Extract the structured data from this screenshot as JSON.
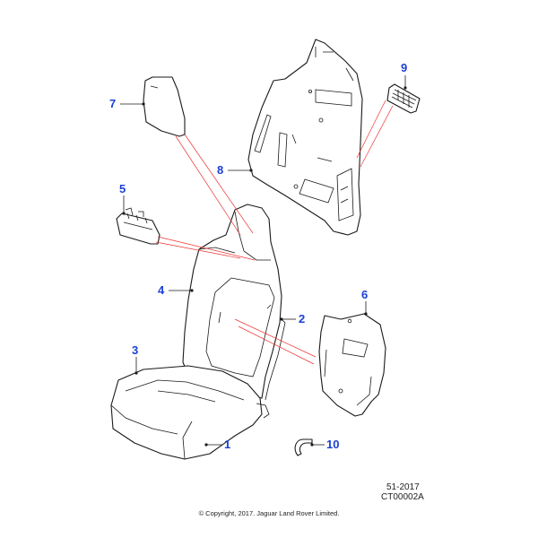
{
  "colors": {
    "callout": "#1a3fd6",
    "line": "#1a1a1a",
    "highlight_line": "#e33333",
    "background": "#ffffff"
  },
  "callouts": [
    {
      "id": "1",
      "label": "1"
    },
    {
      "id": "2",
      "label": "2"
    },
    {
      "id": "3",
      "label": "3"
    },
    {
      "id": "4",
      "label": "4"
    },
    {
      "id": "5",
      "label": "5"
    },
    {
      "id": "6",
      "label": "6"
    },
    {
      "id": "7",
      "label": "7"
    },
    {
      "id": "8",
      "label": "8"
    },
    {
      "id": "9",
      "label": "9"
    },
    {
      "id": "10",
      "label": "10"
    }
  ],
  "reference": {
    "date_code": "51-2017",
    "figure_code": "CT00002A"
  },
  "copyright": "© Copyright, 2017. Jaguar Land Rover Limited."
}
